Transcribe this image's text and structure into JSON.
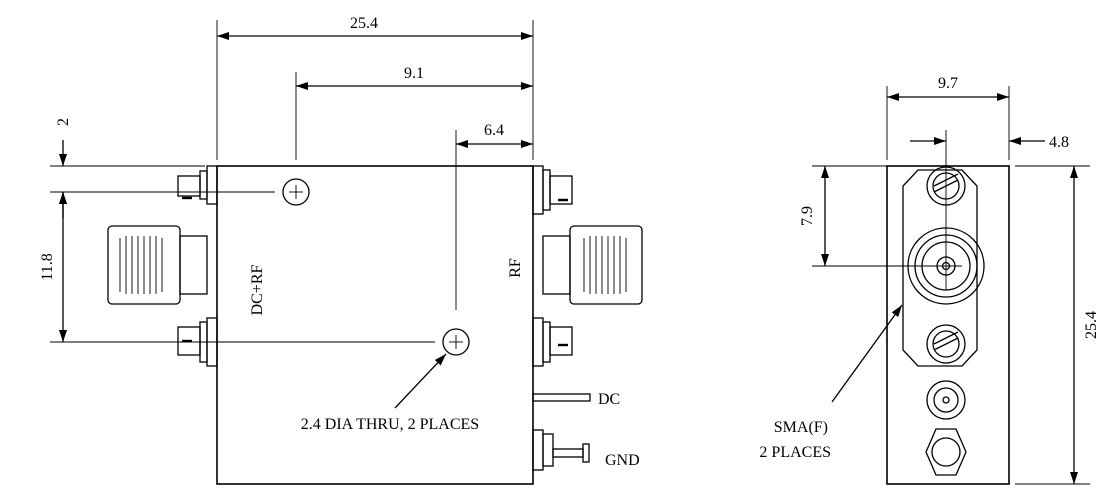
{
  "front_view": {
    "dims": {
      "overall_width": "25.4",
      "hole_to_edge": "9.1",
      "hole2_to_edge": "6.4",
      "top_offset": "2",
      "hole_spacing": "11.8"
    },
    "port_left": "DC+RF",
    "port_right": "RF",
    "dc_pin": "DC",
    "gnd_pin": "GND",
    "hole_note": "2.4 DIA THRU, 2 PLACES"
  },
  "side_view": {
    "dims": {
      "width": "9.7",
      "center_offset": "4.8",
      "connector_height": "7.9",
      "overall_height": "25.4"
    },
    "connector_note_line1": "SMA(F)",
    "connector_note_line2": "2 PLACES"
  }
}
